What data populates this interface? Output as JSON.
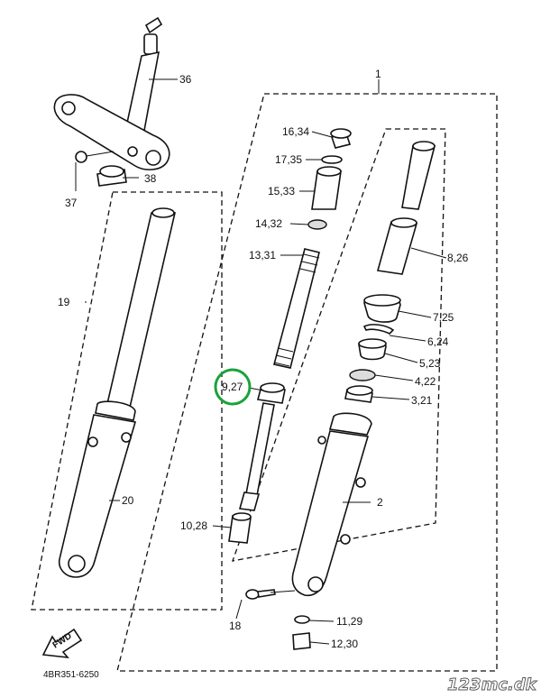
{
  "labels": {
    "p1": "1",
    "p2": "2",
    "p3": "3,21",
    "p4": "4,22",
    "p5": "5,23",
    "p6": "6,24",
    "p7": "7,25",
    "p8": "8,26",
    "p9": "9,27",
    "p10": "10,28",
    "p11": "11,29",
    "p12": "12,30",
    "p13": "13,31",
    "p14": "14,32",
    "p15": "15,33",
    "p16": "16,34",
    "p17": "17,35",
    "p18": "18",
    "p19": "19",
    "p20": "20",
    "p36": "36",
    "p37": "37",
    "p38": "38"
  },
  "fwd_text": "FWD",
  "catalog_code": "4BR351-6250",
  "watermark": "123mc.dk",
  "highlight": {
    "part": "9,27",
    "color": "#1aa33a"
  }
}
